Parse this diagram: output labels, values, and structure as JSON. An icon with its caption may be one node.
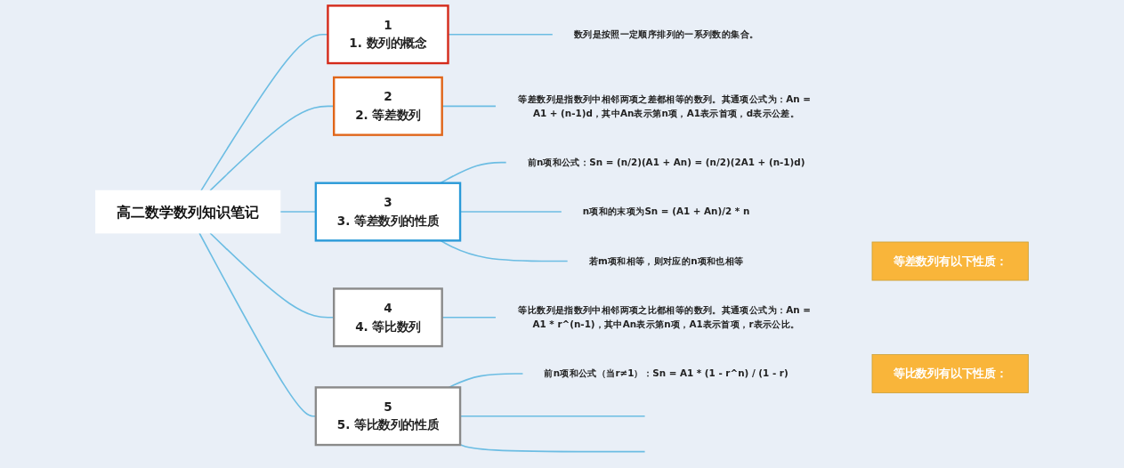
{
  "diagram": {
    "nodes": [
      {
        "text": [
          "高二数学数列知识笔记"
        ]
      },
      {
        "text": [
          "1",
          "1. 数列的概念"
        ]
      },
      {
        "text": [
          "数列是按照一定顺序排列的一系列数的集合。"
        ]
      },
      {
        "text": [
          "2",
          "2. 等差数列"
        ]
      },
      {
        "text": [
          "等差数列是指数列中相邻两项之差都相等的数列。其通项公式为：An = A1 + (n-1)d，其中An表示第n项，A1表示首项，d表示公差。"
        ]
      },
      {
        "text": [
          "3",
          "3. 等差数列的性质"
        ]
      },
      {
        "text": [
          "前n项和公式：Sn = (n/2)(A1 + An) = (n/2)(2A1 + (n-1)d)"
        ]
      },
      {
        "text": [
          "n项和的末项为Sn = (A1 + An)/2 * n"
        ]
      },
      {
        "text": [
          "若m项和相等，则对应的n项和也相等"
        ]
      },
      {
        "text": [
          "等差数列有以下性质："
        ]
      },
      {
        "text": [
          "4",
          "4. 等比数列"
        ]
      },
      {
        "text": [
          "等比数列是指数列中相邻两项之比都相等的数列。其通项公式为：An = A1 * r^(n-1)，其中An表示第n项，A1表示首项，r表示公比。"
        ]
      },
      {
        "text": [
          "5",
          "5. 等比数列的性质"
        ]
      },
      {
        "text": [
          "前n项和公式（当r≠1）：Sn = A1 * (1 - r^n) / (1 - r)"
        ]
      },
      {
        "text": [
          "等比数列有以下性质："
        ]
      }
    ],
    "edges": [
      {
        "from": 0,
        "to": 1,
        "arrow": "none"
      },
      {
        "from": 0,
        "to": 3,
        "arrow": "none"
      },
      {
        "from": 0,
        "to": 5,
        "arrow": "none"
      },
      {
        "from": 0,
        "to": 10,
        "arrow": "none"
      },
      {
        "from": 0,
        "to": 12,
        "arrow": "none"
      },
      {
        "from": 1,
        "to": 2,
        "arrow": "none"
      },
      {
        "from": 3,
        "to": 4,
        "arrow": "none"
      },
      {
        "from": 5,
        "to": 6,
        "arrow": "none"
      },
      {
        "from": 5,
        "to": 7,
        "arrow": "none"
      },
      {
        "from": 5,
        "to": 8,
        "arrow": "none"
      },
      {
        "from": 10,
        "to": 11,
        "arrow": "none"
      },
      {
        "from": 12,
        "to": 13,
        "arrow": "none"
      },
      {
        "from": 12,
        "to": null,
        "arrow": "none"
      },
      {
        "from": 12,
        "to": null,
        "arrow": "none"
      }
    ]
  }
}
